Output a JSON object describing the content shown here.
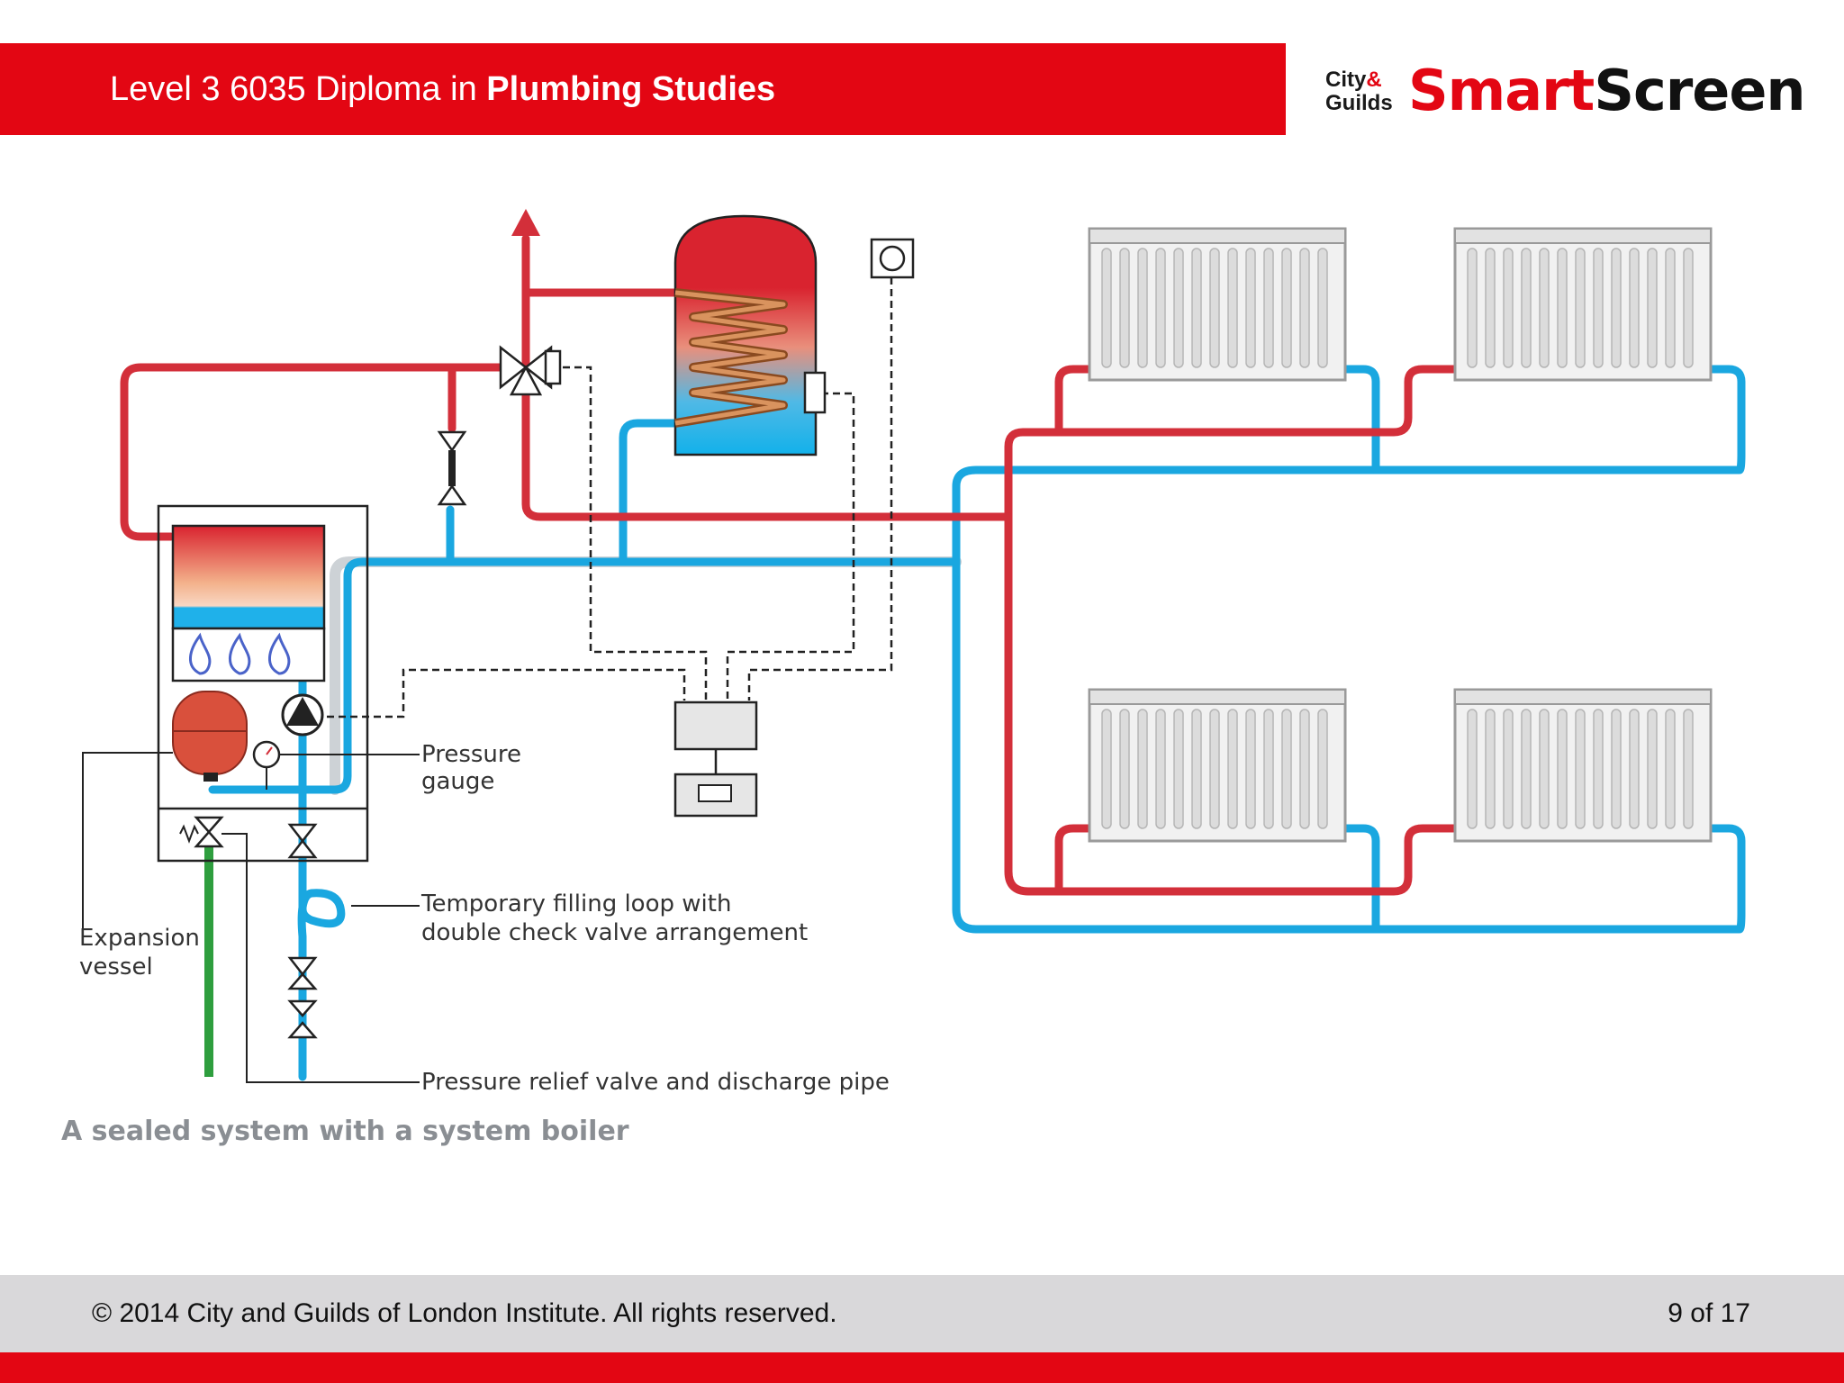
{
  "header": {
    "title_prefix": "Level 3 6035 Diploma in ",
    "title_bold": "Plumbing Studies"
  },
  "logo": {
    "line1_a": "City",
    "line1_b": "&",
    "line2": "Guilds",
    "brand_a": "Smart",
    "brand_b": "Screen"
  },
  "diagram": {
    "labels": {
      "pressure_gauge_1": "Pressure",
      "pressure_gauge_2": "gauge",
      "filling_loop_1": "Temporary filling loop with",
      "filling_loop_2": "double check valve arrangement",
      "expansion_1": "Expansion",
      "expansion_2": "vessel",
      "relief_valve": "Pressure relief valve and discharge pipe"
    },
    "caption": "A sealed system with a system boiler"
  },
  "footer": {
    "copyright": "© 2014 City and Guilds of London Institute. All rights reserved.",
    "page": "9 of 17"
  },
  "colors": {
    "brand_red": "#e30613",
    "flow_red": "#d32f3a",
    "return_blue": "#1aa7e0",
    "fill_green": "#2e9e3e",
    "footer_grey": "#d9d8da"
  }
}
